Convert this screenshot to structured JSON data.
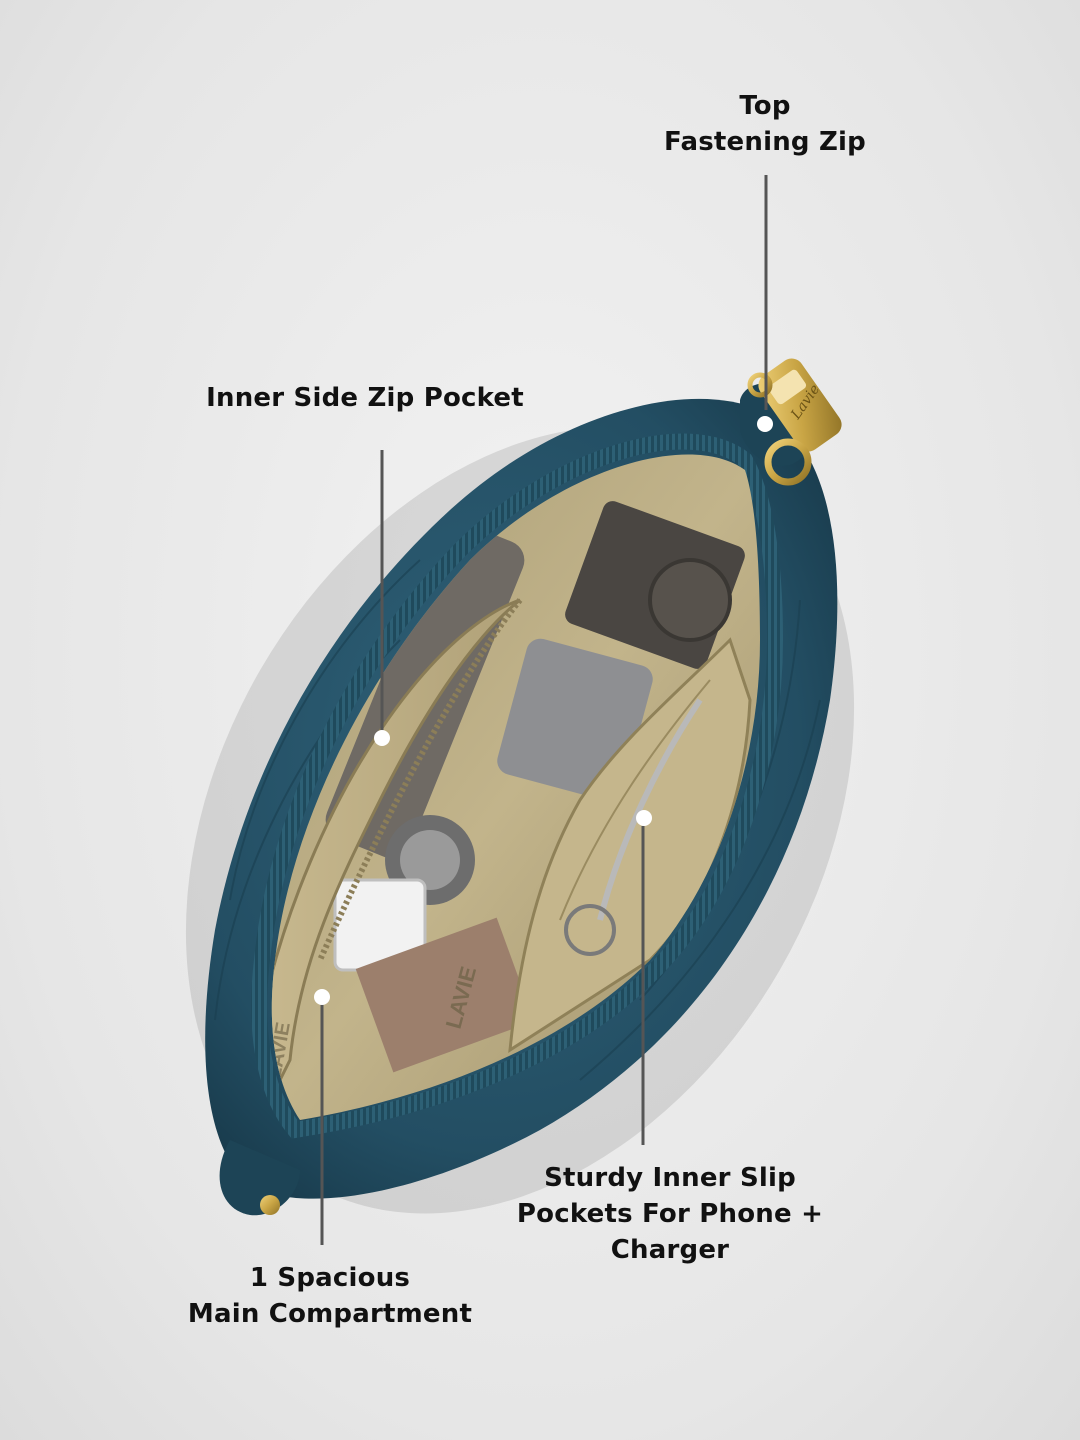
{
  "annotations": {
    "top_fastening_zip": "Top\nFastening Zip",
    "inner_side_zip_pocket": "Inner Side Zip Pocket",
    "main_compartment": "1 Spacious\nMain Compartment",
    "inner_slip_pockets": "Sturdy Inner Slip\nPockets For Phone +\nCharger"
  },
  "brand": {
    "puller_logo": "Lavie",
    "lining_print": "LAVIE"
  },
  "colors": {
    "bag_teal": "#234e63",
    "bag_teal_dark": "#163646",
    "lining_tan": "#b3a57c",
    "zip_gold": "#c9a545",
    "leader_line": "#555555",
    "marker_dot": "#ffffff"
  }
}
